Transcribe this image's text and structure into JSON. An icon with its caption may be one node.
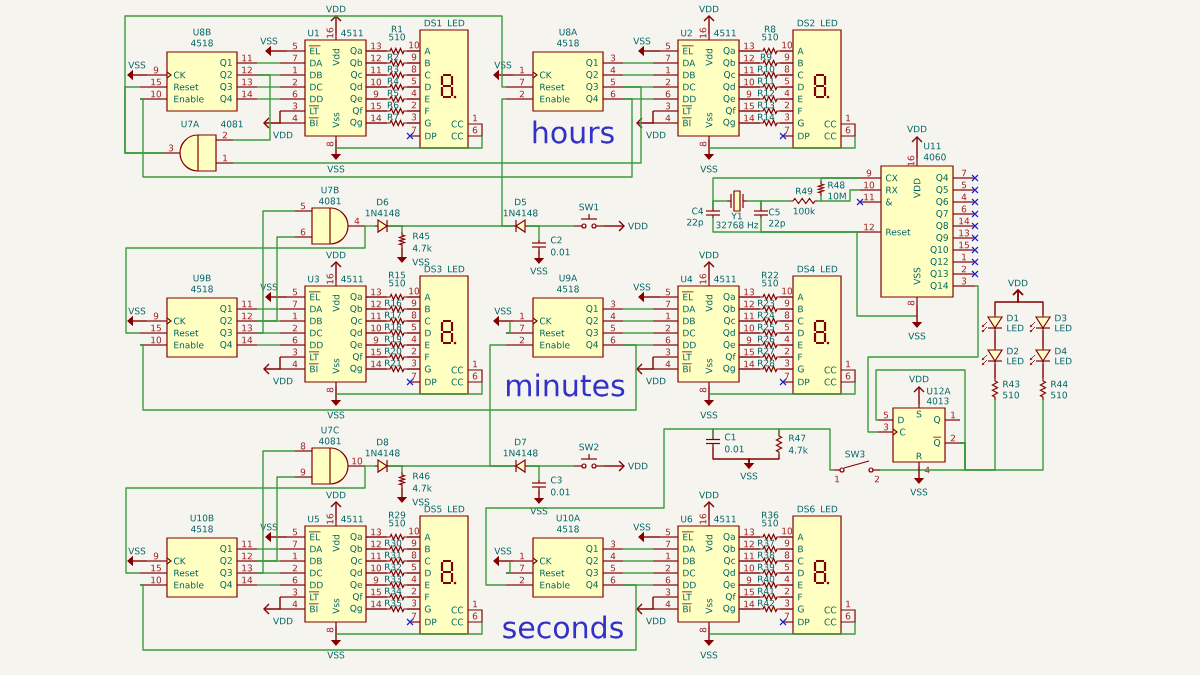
{
  "diagram": {
    "nodes": [
      {
        "text": [
          "U8B",
          "4518",
          "CK",
          "Reset",
          "Enable",
          "Q1",
          "Q2",
          "Q3",
          "Q4",
          "9",
          "15",
          "10",
          "11",
          "12",
          "13",
          "14"
        ]
      },
      {
        "text": [
          "U1",
          "4511",
          "EL",
          "DA",
          "DB",
          "DC",
          "DD",
          "LT",
          "BI",
          "Vdd",
          "Vss",
          "Qa",
          "Qb",
          "Qc",
          "Qd",
          "Qe",
          "Qf",
          "Qg",
          "5",
          "7",
          "1",
          "2",
          "6",
          "3",
          "4",
          "16",
          "8",
          "13",
          "12",
          "11",
          "10",
          "9",
          "15",
          "14"
        ]
      },
      {
        "text": [
          "R1",
          "510"
        ]
      },
      {
        "text": [
          "R2"
        ]
      },
      {
        "text": [
          "R3"
        ]
      },
      {
        "text": [
          "R4"
        ]
      },
      {
        "text": [
          "R5"
        ]
      },
      {
        "text": [
          "R6"
        ]
      },
      {
        "text": [
          "R7"
        ]
      },
      {
        "text": [
          "DS1",
          "LED",
          "A",
          "B",
          "C",
          "D",
          "E",
          "F",
          "G",
          "DP",
          "CC",
          "CC",
          "10",
          "9",
          "8",
          "5",
          "4",
          "2",
          "3",
          "7",
          "1",
          "6"
        ]
      },
      {
        "text": [
          "VSS"
        ]
      },
      {
        "text": [
          "VDD"
        ]
      },
      {
        "text": [
          "VDD"
        ]
      },
      {
        "text": [
          "VSS"
        ]
      },
      {
        "text": [
          "VSS"
        ]
      },
      {
        "text": [
          "U8A",
          "4518",
          "CK",
          "Reset",
          "Enable",
          "Q1",
          "Q2",
          "Q3",
          "Q4",
          "1",
          "7",
          "2",
          "3",
          "4",
          "5",
          "6"
        ]
      },
      {
        "text": [
          "U2",
          "4511",
          "EL",
          "DA",
          "DB",
          "DC",
          "DD",
          "LT",
          "BI",
          "Vdd",
          "Vss",
          "Qa",
          "Qb",
          "Qc",
          "Qd",
          "Qe",
          "Qf",
          "Qg",
          "5",
          "7",
          "1",
          "2",
          "6",
          "3",
          "4",
          "16",
          "8",
          "13",
          "12",
          "11",
          "10",
          "9",
          "15",
          "14"
        ]
      },
      {
        "text": [
          "R8",
          "510"
        ]
      },
      {
        "text": [
          "R9"
        ]
      },
      {
        "text": [
          "R10"
        ]
      },
      {
        "text": [
          "R11"
        ]
      },
      {
        "text": [
          "R12"
        ]
      },
      {
        "text": [
          "R13"
        ]
      },
      {
        "text": [
          "R14"
        ]
      },
      {
        "text": [
          "DS2",
          "LED",
          "A",
          "B",
          "C",
          "D",
          "E",
          "F",
          "G",
          "DP",
          "CC",
          "CC",
          "10",
          "9",
          "8",
          "5",
          "4",
          "2",
          "3",
          "7",
          "1",
          "6"
        ]
      },
      {
        "text": [
          "VSS"
        ]
      },
      {
        "text": [
          "VDD"
        ]
      },
      {
        "text": [
          "VDD"
        ]
      },
      {
        "text": [
          "VSS"
        ]
      },
      {
        "text": [
          "VSS"
        ]
      },
      {
        "text": [
          "U9B",
          "4518",
          "CK",
          "Reset",
          "Enable",
          "Q1",
          "Q2",
          "Q3",
          "Q4",
          "9",
          "15",
          "10",
          "11",
          "12",
          "13",
          "14"
        ]
      },
      {
        "text": [
          "U3",
          "4511",
          "EL",
          "DA",
          "DB",
          "DC",
          "DD",
          "LT",
          "BI",
          "Vdd",
          "Vss",
          "Qa",
          "Qb",
          "Qc",
          "Qd",
          "Qe",
          "Qf",
          "Qg",
          "5",
          "7",
          "1",
          "2",
          "6",
          "3",
          "4",
          "16",
          "8",
          "13",
          "12",
          "11",
          "10",
          "9",
          "15",
          "14"
        ]
      },
      {
        "text": [
          "R15",
          "510"
        ]
      },
      {
        "text": [
          "R16"
        ]
      },
      {
        "text": [
          "R17"
        ]
      },
      {
        "text": [
          "R18"
        ]
      },
      {
        "text": [
          "R19"
        ]
      },
      {
        "text": [
          "R20"
        ]
      },
      {
        "text": [
          "R21"
        ]
      },
      {
        "text": [
          "DS3",
          "LED",
          "A",
          "B",
          "C",
          "D",
          "E",
          "F",
          "G",
          "DP",
          "CC",
          "CC",
          "10",
          "9",
          "8",
          "5",
          "4",
          "2",
          "3",
          "7",
          "1",
          "6"
        ]
      },
      {
        "text": [
          "VSS"
        ]
      },
      {
        "text": [
          "VDD"
        ]
      },
      {
        "text": [
          "VDD"
        ]
      },
      {
        "text": [
          "VSS"
        ]
      },
      {
        "text": [
          "VSS"
        ]
      },
      {
        "text": [
          "U9A",
          "4518",
          "CK",
          "Reset",
          "Enable",
          "Q1",
          "Q2",
          "Q3",
          "Q4",
          "1",
          "7",
          "2",
          "3",
          "4",
          "5",
          "6"
        ]
      },
      {
        "text": [
          "U4",
          "4511",
          "EL",
          "DA",
          "DB",
          "DC",
          "DD",
          "LT",
          "BI",
          "Vdd",
          "Vss",
          "Qa",
          "Qb",
          "Qc",
          "Qd",
          "Qe",
          "Qf",
          "Qg",
          "5",
          "7",
          "1",
          "2",
          "6",
          "3",
          "4",
          "16",
          "8",
          "13",
          "12",
          "11",
          "10",
          "9",
          "15",
          "14"
        ]
      },
      {
        "text": [
          "R22",
          "510"
        ]
      },
      {
        "text": [
          "R23"
        ]
      },
      {
        "text": [
          "R24"
        ]
      },
      {
        "text": [
          "R25"
        ]
      },
      {
        "text": [
          "R26"
        ]
      },
      {
        "text": [
          "R27"
        ]
      },
      {
        "text": [
          "R28"
        ]
      },
      {
        "text": [
          "DS4",
          "LED",
          "A",
          "B",
          "C",
          "D",
          "E",
          "F",
          "G",
          "DP",
          "CC",
          "CC",
          "10",
          "9",
          "8",
          "5",
          "4",
          "2",
          "3",
          "7",
          "1",
          "6"
        ]
      },
      {
        "text": [
          "VSS"
        ]
      },
      {
        "text": [
          "VDD"
        ]
      },
      {
        "text": [
          "VDD"
        ]
      },
      {
        "text": [
          "VSS"
        ]
      },
      {
        "text": [
          "VSS"
        ]
      },
      {
        "text": [
          "U10B",
          "4518",
          "CK",
          "Reset",
          "Enable",
          "Q1",
          "Q2",
          "Q3",
          "Q4",
          "9",
          "15",
          "10",
          "11",
          "12",
          "13",
          "14"
        ]
      },
      {
        "text": [
          "U5",
          "4511",
          "EL",
          "DA",
          "DB",
          "DC",
          "DD",
          "LT",
          "BI",
          "Vdd",
          "Vss",
          "Qa",
          "Qb",
          "Qc",
          "Qd",
          "Qe",
          "Qf",
          "Qg",
          "5",
          "7",
          "1",
          "2",
          "6",
          "3",
          "4",
          "16",
          "8",
          "13",
          "12",
          "11",
          "10",
          "9",
          "15",
          "14"
        ]
      },
      {
        "text": [
          "R29",
          "510"
        ]
      },
      {
        "text": [
          "R30"
        ]
      },
      {
        "text": [
          "R31"
        ]
      },
      {
        "text": [
          "R32"
        ]
      },
      {
        "text": [
          "R33"
        ]
      },
      {
        "text": [
          "R34"
        ]
      },
      {
        "text": [
          "R35"
        ]
      },
      {
        "text": [
          "DS5",
          "LED",
          "A",
          "B",
          "C",
          "D",
          "E",
          "F",
          "G",
          "DP",
          "CC",
          "CC",
          "10",
          "9",
          "8",
          "5",
          "4",
          "2",
          "3",
          "7",
          "1",
          "6"
        ]
      },
      {
        "text": [
          "VSS"
        ]
      },
      {
        "text": [
          "VDD"
        ]
      },
      {
        "text": [
          "VDD"
        ]
      },
      {
        "text": [
          "VSS"
        ]
      },
      {
        "text": [
          "VSS"
        ]
      },
      {
        "text": [
          "U10A",
          "4518",
          "CK",
          "Reset",
          "Enable",
          "Q1",
          "Q2",
          "Q3",
          "Q4",
          "1",
          "7",
          "2",
          "3",
          "4",
          "5",
          "6"
        ]
      },
      {
        "text": [
          "U6",
          "4511",
          "EL",
          "DA",
          "DB",
          "DC",
          "DD",
          "LT",
          "BI",
          "Vdd",
          "Vss",
          "Qa",
          "Qb",
          "Qc",
          "Qd",
          "Qe",
          "Qf",
          "Qg",
          "5",
          "7",
          "1",
          "2",
          "6",
          "3",
          "4",
          "16",
          "8",
          "13",
          "12",
          "11",
          "10",
          "9",
          "15",
          "14"
        ]
      },
      {
        "text": [
          "R36",
          "510"
        ]
      },
      {
        "text": [
          "R37"
        ]
      },
      {
        "text": [
          "R38"
        ]
      },
      {
        "text": [
          "R39"
        ]
      },
      {
        "text": [
          "R40"
        ]
      },
      {
        "text": [
          "R41"
        ]
      },
      {
        "text": [
          "R42"
        ]
      },
      {
        "text": [
          "DS6",
          "LED",
          "A",
          "B",
          "C",
          "D",
          "E",
          "F",
          "G",
          "DP",
          "CC",
          "CC",
          "10",
          "9",
          "8",
          "5",
          "4",
          "2",
          "3",
          "7",
          "1",
          "6"
        ]
      },
      {
        "text": [
          "VSS"
        ]
      },
      {
        "text": [
          "VDD"
        ]
      },
      {
        "text": [
          "VDD"
        ]
      },
      {
        "text": [
          "VSS"
        ]
      },
      {
        "text": [
          "VSS"
        ]
      },
      {
        "text": [
          "U7A",
          "4081",
          "2",
          "1",
          "3"
        ]
      },
      {
        "text": [
          "U7B",
          "4081",
          "5",
          "6",
          "4"
        ]
      },
      {
        "text": [
          "U7C",
          "4081",
          "8",
          "9",
          "10"
        ]
      },
      {
        "text": [
          "D6",
          "1N4148"
        ]
      },
      {
        "text": [
          "R45",
          "4.7k"
        ]
      },
      {
        "text": [
          "VSS"
        ]
      },
      {
        "text": [
          "D5",
          "1N4148"
        ]
      },
      {
        "text": [
          "C2",
          "0.01"
        ]
      },
      {
        "text": [
          "VSS"
        ]
      },
      {
        "text": [
          "SW1"
        ]
      },
      {
        "text": [
          "VDD"
        ]
      },
      {
        "text": [
          "D8",
          "1N4148"
        ]
      },
      {
        "text": [
          "R46",
          "4.7k"
        ]
      },
      {
        "text": [
          "VSS"
        ]
      },
      {
        "text": [
          "D7",
          "1N4148"
        ]
      },
      {
        "text": [
          "C3",
          "0.01"
        ]
      },
      {
        "text": [
          "VSS"
        ]
      },
      {
        "text": [
          "SW2"
        ]
      },
      {
        "text": [
          "VDD"
        ]
      },
      {
        "text": [
          "U11",
          "4060",
          "CX",
          "RX",
          "&",
          "Reset",
          "VDD",
          "VSS",
          "Q4",
          "Q5",
          "Q6",
          "Q7",
          "Q8",
          "Q9",
          "Q10",
          "Q12",
          "Q13",
          "Q14",
          "9",
          "10",
          "11",
          "12",
          "16",
          "8",
          "7",
          "5",
          "4",
          "6",
          "14",
          "13",
          "15",
          "1",
          "2",
          "3"
        ]
      },
      {
        "text": [
          "VDD"
        ]
      },
      {
        "text": [
          "VSS"
        ]
      },
      {
        "text": [
          "Y1",
          "32768 Hz"
        ]
      },
      {
        "text": [
          "C4",
          "22p"
        ]
      },
      {
        "text": [
          "C5",
          "22p"
        ]
      },
      {
        "text": [
          "R49",
          "100k"
        ]
      },
      {
        "text": [
          "R48",
          "10M"
        ]
      },
      {
        "text": [
          "VDD"
        ]
      },
      {
        "text": [
          "D1",
          "LED"
        ]
      },
      {
        "text": [
          "D2",
          "LED"
        ]
      },
      {
        "text": [
          "D3",
          "LED"
        ]
      },
      {
        "text": [
          "D4",
          "LED"
        ]
      },
      {
        "text": [
          "R43",
          "510"
        ]
      },
      {
        "text": [
          "R44",
          "510"
        ]
      },
      {
        "text": [
          "U12A",
          "4013",
          "D",
          "C",
          "S",
          "R",
          "Q",
          "Q",
          "5",
          "3",
          "4",
          "1",
          "2"
        ]
      },
      {
        "text": [
          "VDD"
        ]
      },
      {
        "text": [
          "VSS"
        ]
      },
      {
        "text": [
          "C1",
          "0.01"
        ]
      },
      {
        "text": [
          "R47",
          "4.7k"
        ]
      },
      {
        "text": [
          "VSS"
        ]
      },
      {
        "text": [
          "SW3",
          "1",
          "2"
        ]
      }
    ],
    "edges": [
      {
        "from": 0,
        "to": 1,
        "arrow": "none",
        "color": "#3c9a3c"
      },
      {
        "from": 0,
        "to": 1,
        "arrow": "none",
        "color": "#3c9a3c"
      },
      {
        "from": 0,
        "to": 1,
        "arrow": "none",
        "color": "#3c9a3c"
      },
      {
        "from": 0,
        "to": 1,
        "arrow": "none",
        "color": "#3c9a3c"
      },
      {
        "from": 1,
        "to": 2,
        "arrow": "none"
      },
      {
        "from": 1,
        "to": 3,
        "arrow": "none"
      },
      {
        "from": 1,
        "to": 4,
        "arrow": "none"
      },
      {
        "from": 1,
        "to": 5,
        "arrow": "none"
      },
      {
        "from": 1,
        "to": 6,
        "arrow": "none"
      },
      {
        "from": 1,
        "to": 7,
        "arrow": "none"
      },
      {
        "from": 1,
        "to": 8,
        "arrow": "none"
      },
      {
        "from": 2,
        "to": 9,
        "arrow": "none"
      },
      {
        "from": 3,
        "to": 9,
        "arrow": "none"
      },
      {
        "from": 4,
        "to": 9,
        "arrow": "none"
      },
      {
        "from": 5,
        "to": 9,
        "arrow": "none"
      },
      {
        "from": 6,
        "to": 9,
        "arrow": "none"
      },
      {
        "from": 7,
        "to": 9,
        "arrow": "none"
      },
      {
        "from": 8,
        "to": 9,
        "arrow": "none"
      },
      {
        "from": 1,
        "to": 10,
        "arrow": "to"
      },
      {
        "from": 1,
        "to": 11,
        "arrow": "to"
      },
      {
        "from": 1,
        "to": 12,
        "arrow": "to"
      },
      {
        "from": 1,
        "to": 13,
        "arrow": "to"
      },
      {
        "from": 9,
        "to": 1,
        "arrow": "none",
        "color": "#3c9a3c"
      },
      {
        "from": 0,
        "to": 14,
        "arrow": "to"
      },
      {
        "from": 15,
        "to": 16,
        "arrow": "none",
        "color": "#3c9a3c"
      },
      {
        "from": 15,
        "to": 16,
        "arrow": "none",
        "color": "#3c9a3c"
      },
      {
        "from": 15,
        "to": 16,
        "arrow": "none",
        "color": "#3c9a3c"
      },
      {
        "from": 15,
        "to": 16,
        "arrow": "none",
        "color": "#3c9a3c"
      },
      {
        "from": 16,
        "to": 17,
        "arrow": "none"
      },
      {
        "from": 16,
        "to": 18,
        "arrow": "none"
      },
      {
        "from": 16,
        "to": 19,
        "arrow": "none"
      },
      {
        "from": 16,
        "to": 20,
        "arrow": "none"
      },
      {
        "from": 16,
        "to": 21,
        "arrow": "none"
      },
      {
        "from": 16,
        "to": 22,
        "arrow": "none"
      },
      {
        "from": 16,
        "to": 23,
        "arrow": "none"
      },
      {
        "from": 17,
        "to": 24,
        "arrow": "none"
      },
      {
        "from": 18,
        "to": 24,
        "arrow": "none"
      },
      {
        "from": 19,
        "to": 24,
        "arrow": "none"
      },
      {
        "from": 20,
        "to": 24,
        "arrow": "none"
      },
      {
        "from": 21,
        "to": 24,
        "arrow": "none"
      },
      {
        "from": 22,
        "to": 24,
        "arrow": "none"
      },
      {
        "from": 23,
        "to": 24,
        "arrow": "none"
      },
      {
        "from": 16,
        "to": 25,
        "arrow": "to"
      },
      {
        "from": 16,
        "to": 26,
        "arrow": "to"
      },
      {
        "from": 16,
        "to": 27,
        "arrow": "to"
      },
      {
        "from": 16,
        "to": 28,
        "arrow": "to"
      },
      {
        "from": 24,
        "to": 16,
        "arrow": "none",
        "color": "#3c9a3c"
      },
      {
        "from": 15,
        "to": 29,
        "arrow": "to"
      },
      {
        "from": 30,
        "to": 31,
        "arrow": "none",
        "color": "#3c9a3c"
      },
      {
        "from": 30,
        "to": 31,
        "arrow": "none",
        "color": "#3c9a3c"
      },
      {
        "from": 30,
        "to": 31,
        "arrow": "none",
        "color": "#3c9a3c"
      },
      {
        "from": 30,
        "to": 31,
        "arrow": "none",
        "color": "#3c9a3c"
      },
      {
        "from": 31,
        "to": 32,
        "arrow": "none"
      },
      {
        "from": 31,
        "to": 33,
        "arrow": "none"
      },
      {
        "from": 31,
        "to": 34,
        "arrow": "none"
      },
      {
        "from": 31,
        "to": 35,
        "arrow": "none"
      },
      {
        "from": 31,
        "to": 36,
        "arrow": "none"
      },
      {
        "from": 31,
        "to": 37,
        "arrow": "none"
      },
      {
        "from": 31,
        "to": 38,
        "arrow": "none"
      },
      {
        "from": 32,
        "to": 39,
        "arrow": "none"
      },
      {
        "from": 33,
        "to": 39,
        "arrow": "none"
      },
      {
        "from": 34,
        "to": 39,
        "arrow": "none"
      },
      {
        "from": 35,
        "to": 39,
        "arrow": "none"
      },
      {
        "from": 36,
        "to": 39,
        "arrow": "none"
      },
      {
        "from": 37,
        "to": 39,
        "arrow": "none"
      },
      {
        "from": 38,
        "to": 39,
        "arrow": "none"
      },
      {
        "from": 31,
        "to": 40,
        "arrow": "to"
      },
      {
        "from": 31,
        "to": 41,
        "arrow": "to"
      },
      {
        "from": 31,
        "to": 42,
        "arrow": "to"
      },
      {
        "from": 31,
        "to": 43,
        "arrow": "to"
      },
      {
        "from": 39,
        "to": 31,
        "arrow": "none",
        "color": "#3c9a3c"
      },
      {
        "from": 30,
        "to": 44,
        "arrow": "to"
      },
      {
        "from": 45,
        "to": 46,
        "arrow": "none",
        "color": "#3c9a3c"
      },
      {
        "from": 45,
        "to": 46,
        "arrow": "none",
        "color": "#3c9a3c"
      },
      {
        "from": 45,
        "to": 46,
        "arrow": "none",
        "color": "#3c9a3c"
      },
      {
        "from": 45,
        "to": 46,
        "arrow": "none",
        "color": "#3c9a3c"
      },
      {
        "from": 46,
        "to": 47,
        "arrow": "none"
      },
      {
        "from": 46,
        "to": 48,
        "arrow": "none"
      },
      {
        "from": 46,
        "to": 49,
        "arrow": "none"
      },
      {
        "from": 46,
        "to": 50,
        "arrow": "none"
      },
      {
        "from": 46,
        "to": 51,
        "arrow": "none"
      },
      {
        "from": 46,
        "to": 52,
        "arrow": "none"
      },
      {
        "from": 46,
        "to": 53,
        "arrow": "none"
      },
      {
        "from": 47,
        "to": 54,
        "arrow": "none"
      },
      {
        "from": 48,
        "to": 54,
        "arrow": "none"
      },
      {
        "from": 49,
        "to": 54,
        "arrow": "none"
      },
      {
        "from": 50,
        "to": 54,
        "arrow": "none"
      },
      {
        "from": 51,
        "to": 54,
        "arrow": "none"
      },
      {
        "from": 52,
        "to": 54,
        "arrow": "none"
      },
      {
        "from": 53,
        "to": 54,
        "arrow": "none"
      },
      {
        "from": 46,
        "to": 55,
        "arrow": "to"
      },
      {
        "from": 46,
        "to": 56,
        "arrow": "to"
      },
      {
        "from": 46,
        "to": 57,
        "arrow": "to"
      },
      {
        "from": 46,
        "to": 58,
        "arrow": "to"
      },
      {
        "from": 54,
        "to": 46,
        "arrow": "none",
        "color": "#3c9a3c"
      },
      {
        "from": 45,
        "to": 59,
        "arrow": "to"
      },
      {
        "from": 60,
        "to": 61,
        "arrow": "none",
        "color": "#3c9a3c"
      },
      {
        "from": 60,
        "to": 61,
        "arrow": "none",
        "color": "#3c9a3c"
      },
      {
        "from": 60,
        "to": 61,
        "arrow": "none",
        "color": "#3c9a3c"
      },
      {
        "from": 60,
        "to": 61,
        "arrow": "none",
        "color": "#3c9a3c"
      },
      {
        "from": 61,
        "to": 62,
        "arrow": "none"
      },
      {
        "from": 61,
        "to": 63,
        "arrow": "none"
      },
      {
        "from": 61,
        "to": 64,
        "arrow": "none"
      },
      {
        "from": 61,
        "to": 65,
        "arrow": "none"
      },
      {
        "from": 61,
        "to": 66,
        "arrow": "none"
      },
      {
        "from": 61,
        "to": 67,
        "arrow": "none"
      },
      {
        "from": 61,
        "to": 68,
        "arrow": "none"
      },
      {
        "from": 62,
        "to": 69,
        "arrow": "none"
      },
      {
        "from": 63,
        "to": 69,
        "arrow": "none"
      },
      {
        "from": 64,
        "to": 69,
        "arrow": "none"
      },
      {
        "from": 65,
        "to": 69,
        "arrow": "none"
      },
      {
        "from": 66,
        "to": 69,
        "arrow": "none"
      },
      {
        "from": 67,
        "to": 69,
        "arrow": "none"
      },
      {
        "from": 68,
        "to": 69,
        "arrow": "none"
      },
      {
        "from": 61,
        "to": 70,
        "arrow": "to"
      },
      {
        "from": 61,
        "to": 71,
        "arrow": "to"
      },
      {
        "from": 61,
        "to": 72,
        "arrow": "to"
      },
      {
        "from": 61,
        "to": 73,
        "arrow": "to"
      },
      {
        "from": 69,
        "to": 61,
        "arrow": "none",
        "color": "#3c9a3c"
      },
      {
        "from": 60,
        "to": 74,
        "arrow": "to"
      },
      {
        "from": 75,
        "to": 76,
        "arrow": "none",
        "color": "#3c9a3c"
      },
      {
        "from": 75,
        "to": 76,
        "arrow": "none",
        "color": "#3c9a3c"
      },
      {
        "from": 75,
        "to": 76,
        "arrow": "none",
        "color": "#3c9a3c"
      },
      {
        "from": 75,
        "to": 76,
        "arrow": "none",
        "color": "#3c9a3c"
      },
      {
        "from": 76,
        "to": 77,
        "arrow": "none"
      },
      {
        "from": 76,
        "to": 78,
        "arrow": "none"
      },
      {
        "from": 76,
        "to": 79,
        "arrow": "none"
      },
      {
        "from": 76,
        "to": 80,
        "arrow": "none"
      },
      {
        "from": 76,
        "to": 81,
        "arrow": "none"
      },
      {
        "from": 76,
        "to": 82,
        "arrow": "none"
      },
      {
        "from": 76,
        "to": 83,
        "arrow": "none"
      },
      {
        "from": 77,
        "to": 84,
        "arrow": "none"
      },
      {
        "from": 78,
        "to": 84,
        "arrow": "none"
      },
      {
        "from": 79,
        "to": 84,
        "arrow": "none"
      },
      {
        "from": 80,
        "to": 84,
        "arrow": "none"
      },
      {
        "from": 81,
        "to": 84,
        "arrow": "none"
      },
      {
        "from": 82,
        "to": 84,
        "arrow": "none"
      },
      {
        "from": 83,
        "to": 84,
        "arrow": "none"
      },
      {
        "from": 76,
        "to": 85,
        "arrow": "to"
      },
      {
        "from": 76,
        "to": 86,
        "arrow": "to"
      },
      {
        "from": 76,
        "to": 87,
        "arrow": "to"
      },
      {
        "from": 76,
        "to": 88,
        "arrow": "to"
      },
      {
        "from": 84,
        "to": 76,
        "arrow": "none",
        "color": "#3c9a3c"
      },
      {
        "from": 75,
        "to": 89,
        "arrow": "to"
      },
      {
        "from": 0,
        "to": 90,
        "arrow": "none",
        "color": "#3c9a3c"
      },
      {
        "from": 15,
        "to": 90,
        "arrow": "none",
        "color": "#3c9a3c"
      },
      {
        "from": 15,
        "to": 0,
        "arrow": "none",
        "color": "#3c9a3c"
      },
      {
        "from": 90,
        "to": 0,
        "arrow": "none",
        "color": "#3c9a3c"
      },
      {
        "from": 90,
        "to": 15,
        "arrow": "none",
        "color": "#3c9a3c"
      },
      {
        "from": 96,
        "to": 15,
        "arrow": "none",
        "color": "#3c9a3c"
      },
      {
        "from": 30,
        "to": 91,
        "arrow": "none",
        "color": "#3c9a3c"
      },
      {
        "from": 30,
        "to": 91,
        "arrow": "none",
        "color": "#3c9a3c"
      },
      {
        "from": 91,
        "to": 30,
        "arrow": "none",
        "color": "#3c9a3c"
      },
      {
        "from": 91,
        "to": 93,
        "arrow": "none",
        "color": "#3c9a3c"
      },
      {
        "from": 93,
        "to": 94,
        "arrow": "none",
        "color": "#3c9a3c"
      },
      {
        "from": 93,
        "to": 96,
        "arrow": "none",
        "color": "#3c9a3c"
      },
      {
        "from": 94,
        "to": 95,
        "arrow": "to"
      },
      {
        "from": 96,
        "to": 97,
        "arrow": "none",
        "color": "#3c9a3c"
      },
      {
        "from": 97,
        "to": 98,
        "arrow": "to"
      },
      {
        "from": 96,
        "to": 99,
        "arrow": "none",
        "color": "#3c9a3c"
      },
      {
        "from": 99,
        "to": 100,
        "arrow": "to"
      },
      {
        "from": 60,
        "to": 92,
        "arrow": "none",
        "color": "#3c9a3c"
      },
      {
        "from": 60,
        "to": 92,
        "arrow": "none",
        "color": "#3c9a3c"
      },
      {
        "from": 92,
        "to": 60,
        "arrow": "none",
        "color": "#3c9a3c"
      },
      {
        "from": 92,
        "to": 101,
        "arrow": "none",
        "color": "#3c9a3c"
      },
      {
        "from": 101,
        "to": 102,
        "arrow": "none",
        "color": "#3c9a3c"
      },
      {
        "from": 101,
        "to": 104,
        "arrow": "none",
        "color": "#3c9a3c"
      },
      {
        "from": 102,
        "to": 103,
        "arrow": "to"
      },
      {
        "from": 104,
        "to": 105,
        "arrow": "none",
        "color": "#3c9a3c"
      },
      {
        "from": 105,
        "to": 106,
        "arrow": "to"
      },
      {
        "from": 104,
        "to": 107,
        "arrow": "none",
        "color": "#3c9a3c"
      },
      {
        "from": 107,
        "to": 108,
        "arrow": "to"
      },
      {
        "from": 104,
        "to": 45,
        "arrow": "none",
        "color": "#3c9a3c"
      },
      {
        "from": 45,
        "to": 30,
        "arrow": "none",
        "color": "#3c9a3c"
      },
      {
        "from": 45,
        "to": 59,
        "arrow": "none",
        "color": "#3c9a3c"
      },
      {
        "from": 75,
        "to": 60,
        "arrow": "none",
        "color": "#3c9a3c"
      },
      {
        "from": 75,
        "to": 89,
        "arrow": "none",
        "color": "#3c9a3c"
      },
      {
        "from": 75,
        "to": 127,
        "arrow": "none",
        "color": "#3c9a3c"
      },
      {
        "from": 127,
        "to": 128,
        "arrow": "none",
        "color": "#3c9a3c"
      },
      {
        "from": 127,
        "to": 129,
        "arrow": "to"
      },
      {
        "from": 128,
        "to": 129,
        "arrow": "to"
      },
      {
        "from": 128,
        "to": 130,
        "arrow": "none",
        "color": "#3c9a3c"
      },
      {
        "from": 130,
        "to": 124,
        "arrow": "none",
        "color": "#3c9a3c"
      },
      {
        "from": 124,
        "to": 124,
        "arrow": "none",
        "color": "#3c9a3c"
      },
      {
        "from": 124,
        "to": 122,
        "arrow": "none",
        "color": "#3c9a3c"
      },
      {
        "from": 124,
        "to": 123,
        "arrow": "none",
        "color": "#3c9a3c"
      },
      {
        "from": 109,
        "to": 124,
        "arrow": "none",
        "color": "#3c9a3c"
      },
      {
        "from": 118,
        "to": 117,
        "arrow": "to"
      },
      {
        "from": 120,
        "to": 117,
        "arrow": "to"
      },
      {
        "from": 118,
        "to": 119,
        "arrow": "none"
      },
      {
        "from": 119,
        "to": 122,
        "arrow": "none"
      },
      {
        "from": 120,
        "to": 121,
        "arrow": "none"
      },
      {
        "from": 121,
        "to": 123,
        "arrow": "none"
      },
      {
        "from": 109,
        "to": 113,
        "arrow": "none",
        "color": "#3c9a3c"
      },
      {
        "from": 116,
        "to": 109,
        "arrow": "none",
        "color": "#3c9a3c"
      },
      {
        "from": 113,
        "to": 112,
        "arrow": "none",
        "color": "#3c9a3c"
      },
      {
        "from": 112,
        "to": 114,
        "arrow": "none",
        "color": "#3c9a3c"
      },
      {
        "from": 114,
        "to": 115,
        "arrow": "none",
        "color": "#3c9a3c"
      },
      {
        "from": 116,
        "to": 115,
        "arrow": "none",
        "color": "#3c9a3c"
      },
      {
        "from": 115,
        "to": 109,
        "arrow": "none",
        "color": "#3c9a3c"
      },
      {
        "from": 113,
        "to": 109,
        "arrow": "none",
        "color": "#3c9a3c"
      },
      {
        "from": 114,
        "to": 109,
        "arrow": "none",
        "color": "#3c9a3c"
      },
      {
        "from": 109,
        "to": 111,
        "arrow": "none",
        "color": "#3c9a3c"
      },
      {
        "from": 109,
        "to": 111,
        "arrow": "to"
      },
      {
        "from": 109,
        "to": 110,
        "arrow": "to"
      },
      {
        "from": 124,
        "to": 125,
        "arrow": "to"
      },
      {
        "from": 124,
        "to": 126,
        "arrow": "to"
      }
    ],
    "labels": [
      "hours",
      "minutes",
      "seconds"
    ]
  }
}
